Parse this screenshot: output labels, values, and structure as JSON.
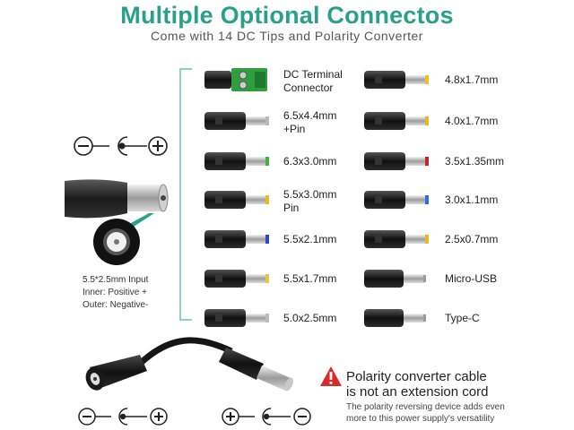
{
  "header": {
    "title": "Multiple Optional Connectos",
    "subtitle": "Come with 14 DC Tips and Polarity Converter"
  },
  "polarity_info": {
    "input_spec": "5.5*2.5mm Input",
    "inner": "Inner: Positive +",
    "outer": "Outer: Negative-"
  },
  "connectors": {
    "left": [
      {
        "label": "DC Terminal\nConnector",
        "tip_color": "#2e9e3e"
      },
      {
        "label": "6.5x4.4mm\n+Pin",
        "tip_color": "#b9b9b9"
      },
      {
        "label": "6.3x3.0mm",
        "tip_color": "#3db43d"
      },
      {
        "label": "5.5x3.0mm\nPin",
        "tip_color": "#e0c020"
      },
      {
        "label": "5.5x2.1mm",
        "tip_color": "#2a4cc0"
      },
      {
        "label": "5.5x1.7mm",
        "tip_color": "#e8c440"
      },
      {
        "label": "5.0x2.5mm",
        "tip_color": "#bdbdbd"
      }
    ],
    "right": [
      {
        "label": "4.8x1.7mm",
        "tip_color": "#f0c020"
      },
      {
        "label": "4.0x1.7mm",
        "tip_color": "#e8b820"
      },
      {
        "label": "3.5x1.35mm",
        "tip_color": "#d02020"
      },
      {
        "label": "3.0x1.1mm",
        "tip_color": "#2f6fd0"
      },
      {
        "label": "2.5x0.7mm",
        "tip_color": "#e8b820"
      },
      {
        "label": "Micro-USB",
        "tip_color": "#9a9a9a"
      },
      {
        "label": "Type-C",
        "tip_color": "#9a9a9a"
      }
    ]
  },
  "warning": {
    "title": "Polarity converter cable\nis not an extension cord",
    "subtitle": "The polarity reversing device adds even\nmore to this power supply's versatility",
    "color": "#d92b2b"
  },
  "colors": {
    "accent": "#2aa08a",
    "bracket": "#8fcfc4"
  }
}
